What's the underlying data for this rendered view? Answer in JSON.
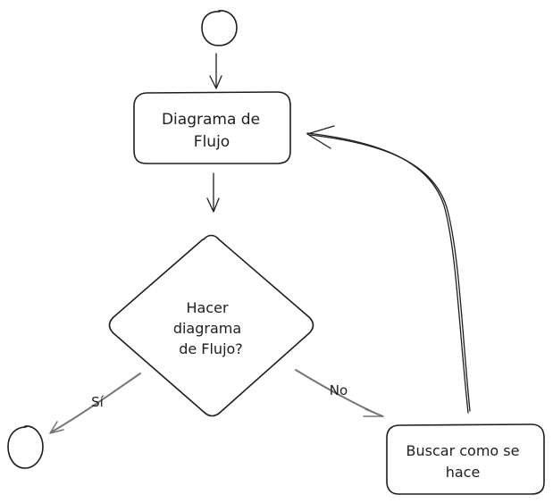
{
  "diagram": {
    "nodes": {
      "start": {
        "shape": "circle"
      },
      "flowchart": {
        "shape": "rounded-rectangle",
        "lines": [
          "Diagrama de",
          "Flujo"
        ]
      },
      "decision": {
        "shape": "diamond",
        "lines": [
          "Hacer",
          "diagrama",
          "de Flujo?"
        ]
      },
      "search": {
        "shape": "rounded-rectangle",
        "lines": [
          "Buscar como se",
          "hace"
        ]
      },
      "end": {
        "shape": "circle"
      }
    },
    "edges": {
      "start_to_flowchart": {
        "from": "start",
        "to": "flowchart",
        "label": ""
      },
      "flowchart_to_decision": {
        "from": "flowchart",
        "to": "decision",
        "label": ""
      },
      "decision_to_end": {
        "from": "decision",
        "to": "end",
        "label": "Sí"
      },
      "decision_to_search": {
        "from": "decision",
        "to": "search",
        "label": "No"
      },
      "search_to_flowchart": {
        "from": "search",
        "to": "flowchart",
        "label": ""
      }
    }
  },
  "colors": {
    "stroke": "#1e1e1e",
    "arrow_grey": "#757575",
    "background": "#ffffff"
  }
}
